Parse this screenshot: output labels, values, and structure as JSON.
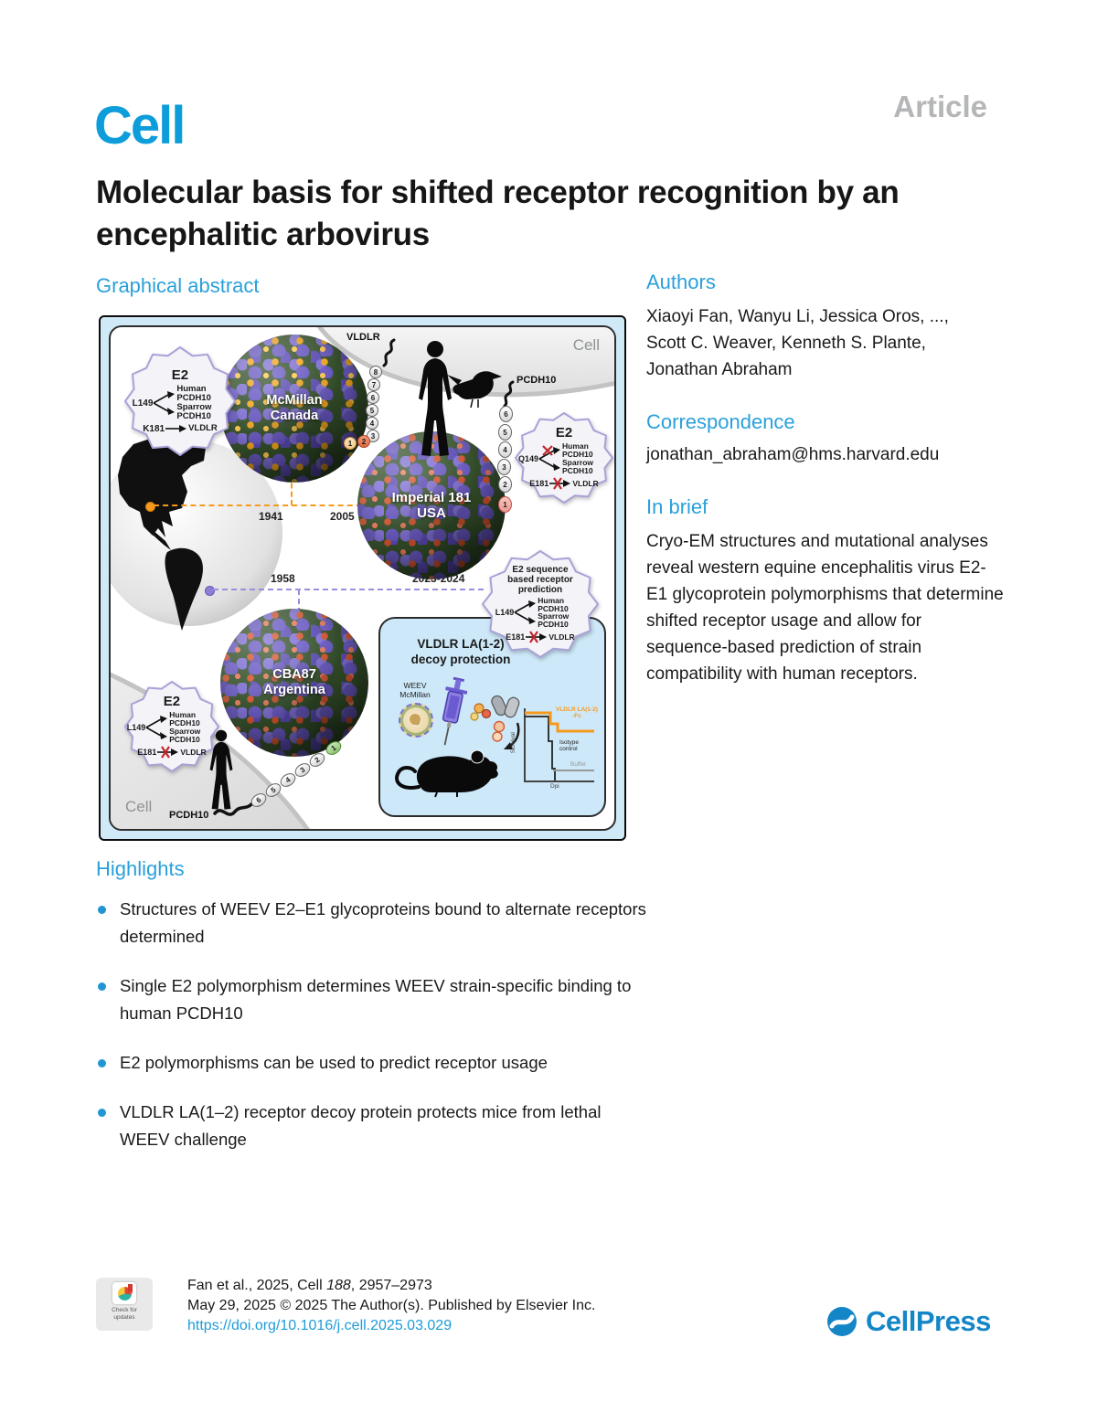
{
  "header": {
    "logo": "Cell",
    "article_label": "Article"
  },
  "title": "Molecular basis for shifted receptor recognition by an encephalitic arbovirus",
  "graphical_abstract_heading": "Graphical abstract",
  "authors": {
    "heading": "Authors",
    "lines": [
      "Xiaoyi Fan, Wanyu Li, Jessica Oros, ...,",
      "Scott C. Weaver, Kenneth S. Plante,",
      "Jonathan Abraham"
    ]
  },
  "correspondence": {
    "heading": "Correspondence",
    "email": "jonathan_abraham@hms.harvard.edu"
  },
  "in_brief": {
    "heading": "In brief",
    "text": "Cryo-EM structures and mutational analyses reveal western equine encephalitis virus E2-E1 glycoprotein polymorphisms that determine shifted receptor usage and allow for sequence-based prediction of strain compatibility with human receptors."
  },
  "highlights": {
    "heading": "Highlights",
    "items": [
      "Structures of WEEV E2–E1 glycoproteins bound to alternate receptors determined",
      "Single E2 polymorphism determines WEEV strain-specific binding to human PCDH10",
      "E2 polymorphisms can be used to predict receptor usage",
      "VLDLR LA(1–2) receptor decoy protein protects mice from lethal WEEV challenge"
    ]
  },
  "figure": {
    "cell_top": "Cell",
    "cell_bottom": "Cell",
    "vldlr_label": "VLDLR",
    "pcdh10_top_label": "PCDH10",
    "pcdh10_bottom_label": "PCDH10",
    "years": {
      "y1941": "1941",
      "y2005": "2005",
      "y1958": "1958",
      "y2023": "2023-2024"
    },
    "viruses": {
      "mcmillan": [
        "McMillan",
        "Canada"
      ],
      "imperial": [
        "Imperial 181",
        "USA"
      ],
      "cba87": [
        "CBA87",
        "Argentina"
      ]
    },
    "chains": {
      "vldlr": [
        "8",
        "7",
        "6",
        "5",
        "4",
        "3"
      ],
      "vldlr_domains": [
        "1",
        "2"
      ],
      "pcdh10_top": [
        "6",
        "5",
        "4",
        "3",
        "2",
        "1"
      ],
      "pcdh10_bottom": [
        "6",
        "5",
        "4",
        "3",
        "2",
        "1"
      ]
    },
    "badges": {
      "mcmillan": {
        "title": "E2",
        "fork_residue": "L149",
        "fork_t1": "Human PCDH10",
        "fork_t2": "Sparrow PCDH10",
        "single_residue": "K181",
        "single_t": "VLDLR"
      },
      "imperial": {
        "title": "E2",
        "fork_residue": "Q149",
        "fork_t1": "Human PCDH10",
        "fork_t2": "Sparrow PCDH10",
        "single_residue": "E181",
        "single_t": "VLDLR"
      },
      "prediction": {
        "title": "E2 sequence based receptor prediction",
        "fork_residue": "L149",
        "fork_t1": "Human PCDH10",
        "fork_t2": "Sparrow PCDH10",
        "single_residue": "E181",
        "single_t": "VLDLR"
      },
      "cba87": {
        "title": "E2",
        "fork_residue": "L149",
        "fork_t1": "Human PCDH10",
        "fork_t2": "Sparrow PCDH10",
        "single_residue": "E181",
        "single_t": "VLDLR"
      }
    },
    "decoy": {
      "title_line1": "VLDLR LA(1-2)",
      "title_line2": "decoy protection",
      "virus_line1": "WEEV",
      "virus_line2": "McMillan",
      "plot": {
        "ylabel": "Survival",
        "xlabel": "Dpi",
        "series1_line1": "VLDLR LA(1-2)",
        "series1_line2": "-Fc",
        "series2_line1": "Isotype",
        "series2_line2": "control",
        "series3": "Buffer"
      }
    }
  },
  "footer": {
    "citation_prefix": "Fan et al., 2025, Cell ",
    "citation_volume": "188",
    "citation_suffix": ", 2957–2973",
    "copyright": "May 29, 2025 © 2025 The Author(s). Published by Elsevier Inc.",
    "doi": "https://doi.org/10.1016/j.cell.2025.03.029",
    "check_badge": "Check for updates",
    "publisher": "CellPress"
  },
  "colors": {
    "accent_blue": "#2aa0da",
    "logo_blue": "#0d9ddb",
    "link_blue": "#1d9bd7",
    "orange": "#f59a1d",
    "purple": "#8b7fd6"
  }
}
